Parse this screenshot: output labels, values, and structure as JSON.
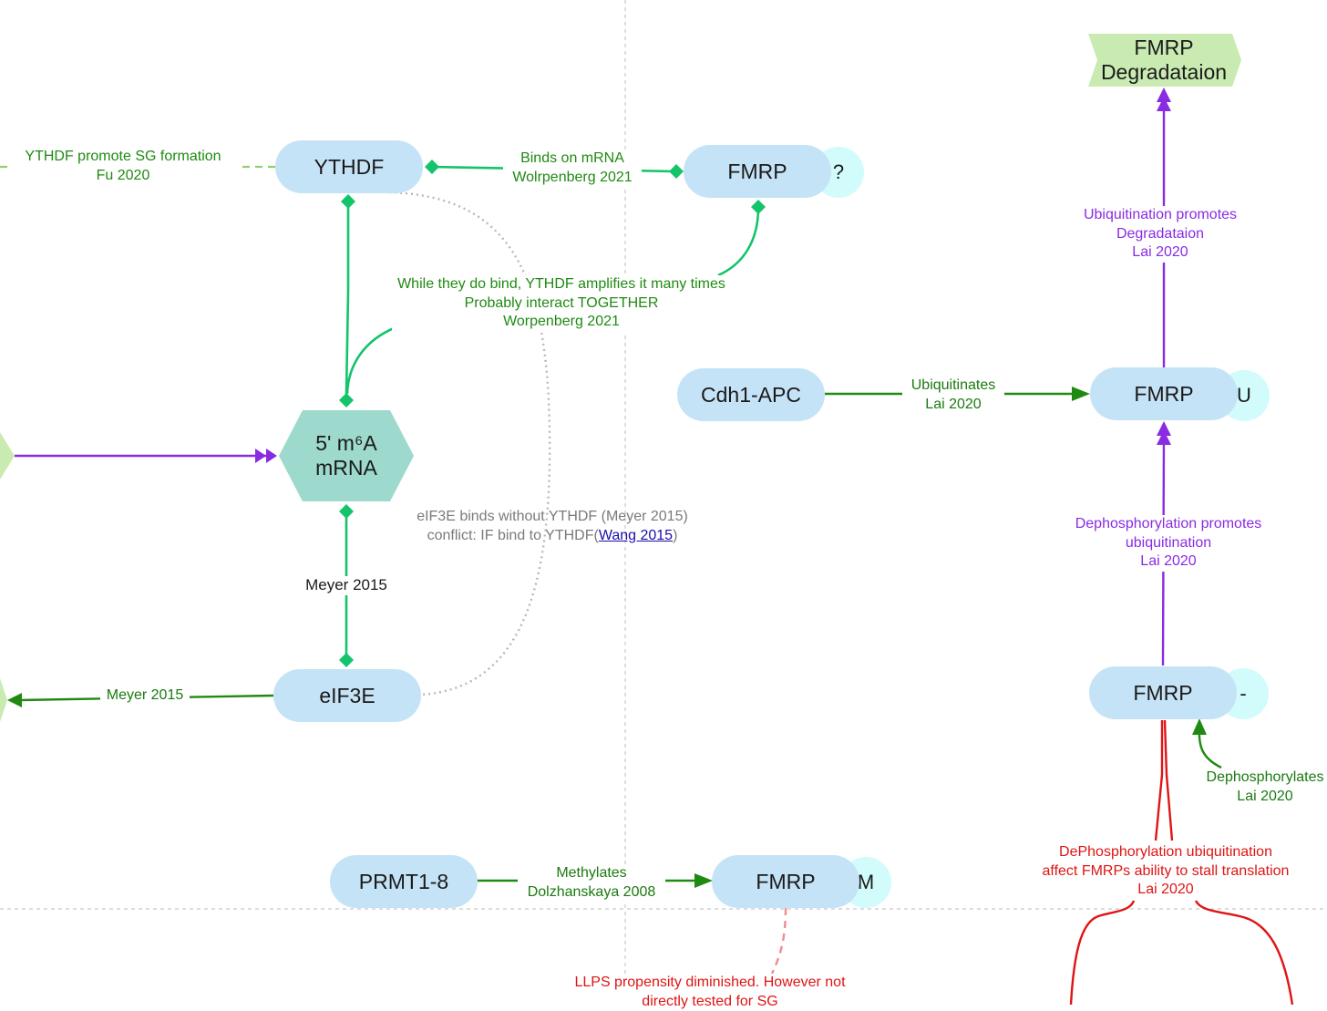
{
  "nodes": {
    "ythdf": "YTHDF",
    "fmrp_q": "FMRP",
    "fmrp_q_badge": "?",
    "m6a_line1": "5' m⁶A",
    "m6a_line2": "mRNA",
    "eif3e": "eIF3E",
    "cdh1": "Cdh1-APC",
    "fmrp_u": "FMRP",
    "fmrp_u_badge": "U",
    "fmrp_dephos": "FMRP",
    "fmrp_dephos_badge": "-",
    "prmt": "PRMT1-8",
    "fmrp_m": "FMRP",
    "fmrp_m_badge": "M",
    "degradation_line1": "FMRP",
    "degradation_line2": "Degradataion"
  },
  "labels": {
    "sg_formation_l1": "YTHDF promote SG formation",
    "sg_formation_l2": "Fu 2020",
    "binds_l1": "Binds on mRNA",
    "binds_l2": "Wolrpenberg 2021",
    "together_l1": "While they do bind, YTHDF amplifies it many times",
    "together_l2": "Probably interact TOGETHER",
    "together_l3": "Worpenberg 2021",
    "ubiq_deg_l1": "Ubiquitination promotes",
    "ubiq_deg_l2": "Degradataion",
    "ubiq_deg_l3": "Lai 2020",
    "ubiquitinates_l1": "Ubiquitinates",
    "ubiquitinates_l2": "Lai 2020",
    "eif3e_conflict_l1": "eIF3E binds without YTHDF (Meyer 2015)",
    "eif3e_conflict_l2_pre": "conflict: IF bind to YTHDF(",
    "eif3e_conflict_l2_link": "Wang 2015",
    "eif3e_conflict_l2_post": ")",
    "meyer_vertical": "Meyer 2015",
    "meyer_left": "Meyer 2015",
    "dephos_promotes_l1": "Dephosphorylation promotes",
    "dephos_promotes_l2": "ubiquitination",
    "dephos_promotes_l3": "Lai 2020",
    "dephosphorylates_l1": "Dephosphorylates",
    "dephosphorylates_l2": "Lai 2020",
    "methylates_l1": "Methylates",
    "methylates_l2": "Dolzhanskaya 2008",
    "stall_l1": "DePhosphorylation ubiquitination",
    "stall_l2": "affect FMRPs ability to stall translation",
    "stall_l3": "Lai 2020",
    "llps_l1": "LLPS propensity diminished. However not",
    "llps_l2": "directly tested for SG"
  },
  "colors": {
    "node_fill": "#c5e3f6",
    "badge_fill": "#d2fbfb",
    "hexagon_fill": "#9dd9cc",
    "flag_fill": "#c9ebb2",
    "edge_green": "#1f8a12",
    "edge_bright_green": "#14c46b",
    "edge_purple": "#8a2be2",
    "edge_red": "#e01414",
    "edge_pink_dashed": "#f08c8c",
    "edge_grey_dotted": "#b8b8b8"
  }
}
